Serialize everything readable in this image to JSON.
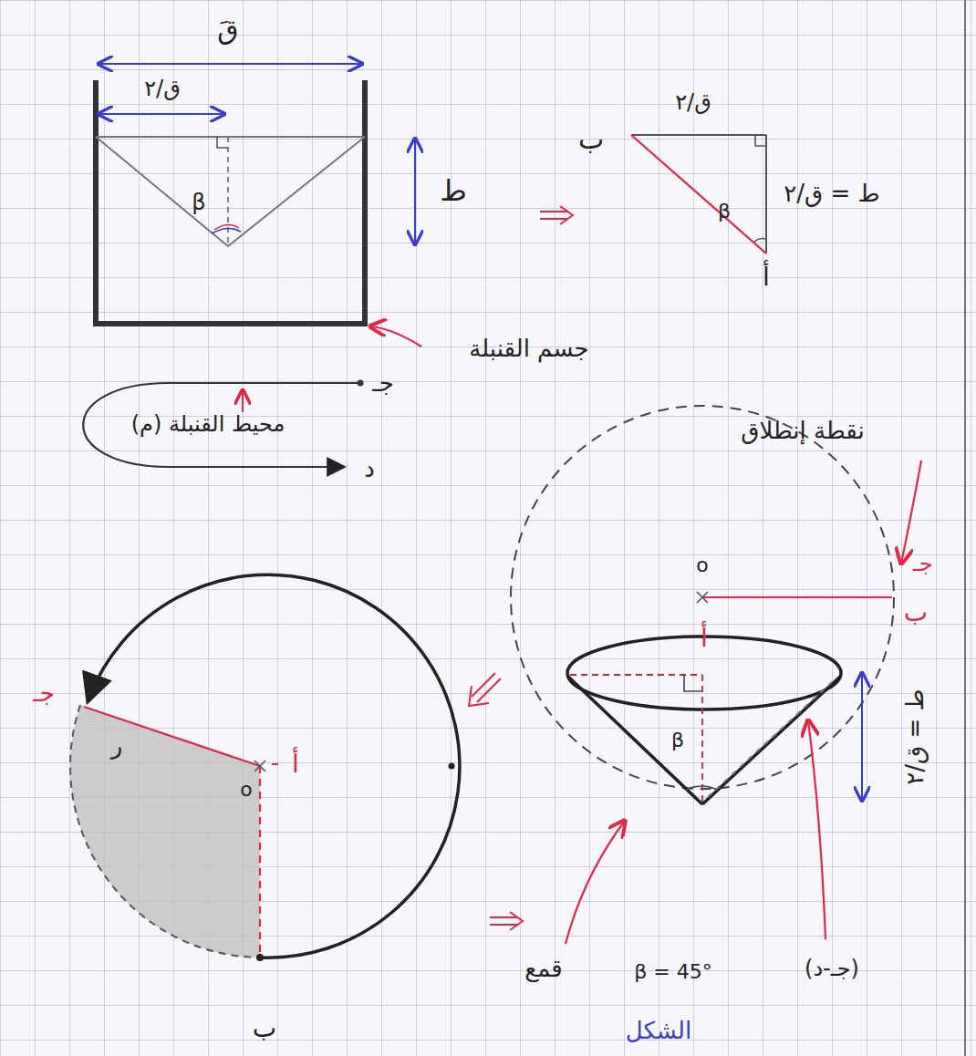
{
  "diagram": {
    "labels": [
      "قَ",
      "ق/٢",
      "ط",
      "β",
      "ب",
      "ق/٢",
      "β",
      "ط = ق/٢",
      "أ",
      "جسم القنبلة",
      "محيط القنبلة (م)",
      "جـ",
      "د",
      "نقطة إنطلاق",
      "o",
      "أ",
      "جـ",
      "ب",
      "جـ",
      "ر",
      "o",
      "أ",
      "ب",
      "ط = ق/٢",
      "β",
      "قمع",
      "β = 45°",
      "(جـ-د)",
      "الشكل"
    ]
  }
}
